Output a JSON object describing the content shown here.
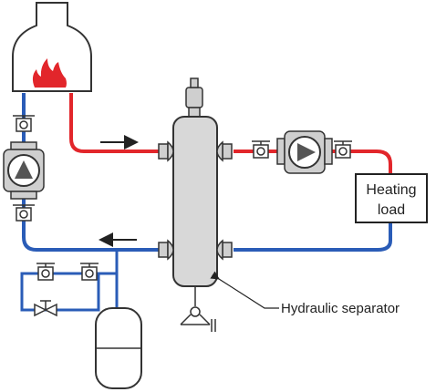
{
  "labels": {
    "heating_load_line1": "Heating",
    "heating_load_line2": "load",
    "hydraulic_separator": "Hydraulic separator"
  },
  "colors": {
    "hot_pipe": "#e2262b",
    "cold_pipe": "#2a5cb7",
    "flame": "#e2262b",
    "separator_fill": "#d8d8d8",
    "pump_fill": "#cfcfcf",
    "outline": "#333333"
  },
  "icons": {
    "boiler": "boiler-icon",
    "flame": "flame-icon",
    "pump": "pump-icon",
    "valve": "valve-icon",
    "expansion_tank": "expansion-tank-icon",
    "flow_arrow": "flow-arrow-icon"
  }
}
